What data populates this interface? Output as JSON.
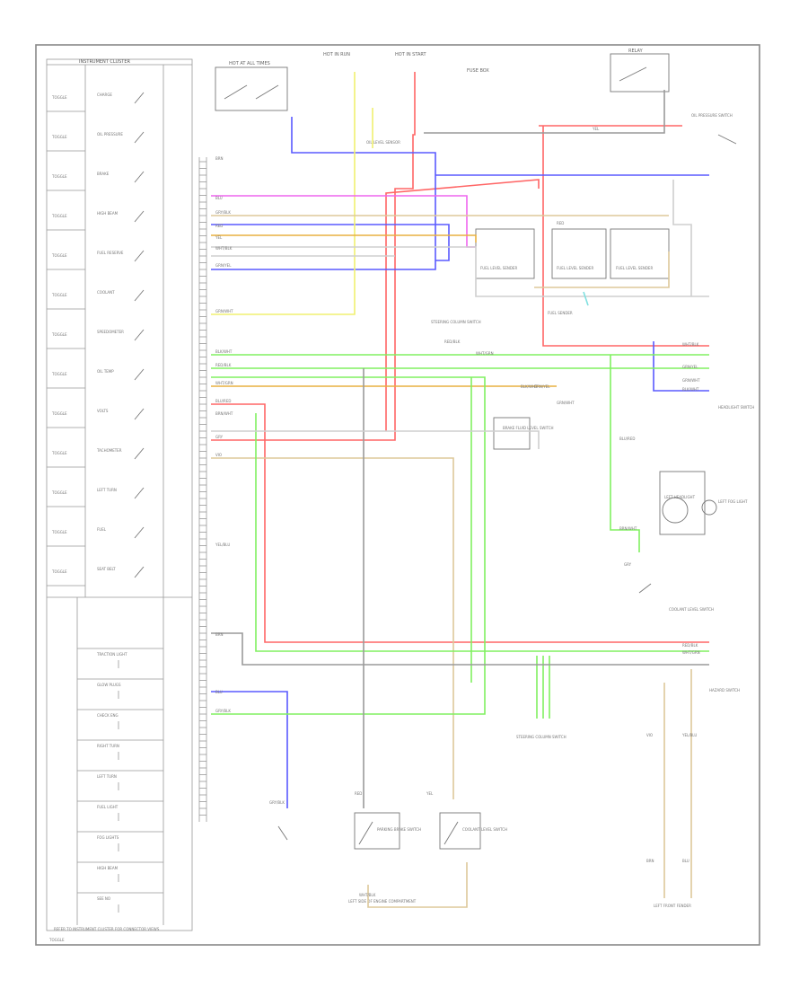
{
  "diagram": {
    "left_panel": {
      "header": "INSTRUMENT CLUSTER",
      "pin_labels": [
        "TOGGLE",
        "TOGGLE",
        "TOGGLE",
        "TOGGLE",
        "TOGGLE",
        "TOGGLE",
        "TOGGLE",
        "TOGGLE",
        "TOGGLE",
        "TOGGLE",
        "TOGGLE",
        "TOGGLE",
        "TOGGLE"
      ],
      "gauges": [
        "CHARGE",
        "OIL PRESSURE",
        "BRAKE",
        "HIGH BEAM",
        "FUEL RESERVE",
        "COOLANT",
        "SPEEDOMETER",
        "OIL TEMP",
        "VOLTS",
        "TACHOMETER",
        "LEFT TURN",
        "FUEL",
        "SEAT BELT"
      ],
      "indicators": [
        "TRACTION LIGHT",
        "GLOW PLUGS",
        "CHECK ENG",
        "RIGHT TURN",
        "LEFT TURN",
        "FUEL LIGHT",
        "FOG LIGHTS",
        "HIGH BEAM",
        "SEE NO"
      ],
      "footer": "REFER TO INSTRUMENT CLUSTER FOR CONNECTOR VIEWS"
    },
    "components": {
      "hot_at_all_times": "HOT AT ALL TIMES",
      "hot_in_run": "HOT IN RUN",
      "hot_in_start": "HOT IN START",
      "fuse_box": "FUSE BOX",
      "relay": "RELAY",
      "oil_level_sensor": "OIL LEVEL SENSOR",
      "oil_pressure_switch": "OIL PRESSURE SWITCH",
      "fuel_level_sensor_1": "FUEL LEVEL SENDER",
      "fuel_level_sensor_2": "FUEL LEVEL SENDER",
      "fuel_level_sensor_3": "FUEL LEVEL SENDER",
      "fuel_sender_label": "FUEL SENDER",
      "steering_column_switch": "STEERING COLUMN SWITCH",
      "brake_fluid_switch": "BRAKE FLUID LEVEL SWITCH",
      "parking_brake_switch": "PARKING BRAKE SWITCH",
      "coolant_level_switch": "COOLANT LEVEL SWITCH",
      "headlight_switch": "HEADLIGHT SWITCH",
      "left_headlight": "LEFT HEADLIGHT",
      "left_fog_light": "LEFT FOG LIGHT",
      "hazard_switch": "HAZARD SWITCH",
      "ground_left": "LEFT SIDE OF ENGINE COMPARTMENT",
      "ground_right": "LEFT FRONT FENDER",
      "tachometer_label": "TACHOMETER",
      "speedometer_label": "SPEEDOMETER"
    },
    "wire_labels": [
      "BRN",
      "BLU",
      "GRY/BLK",
      "RED",
      "YEL",
      "WHT/BLK",
      "GRN/YEL",
      "GRN/WHT",
      "BLK/WHT",
      "RED/BLK",
      "WHT/GRN",
      "BLU/RED",
      "BRN/WHT",
      "GRY",
      "VIO",
      "YEL/BLU"
    ],
    "bottom_label": "TOGGLE"
  },
  "colors": {
    "red": "#ff6666",
    "blue": "#5a5aff",
    "yellow": "#f0f070",
    "green": "#80f060",
    "magenta": "#ee66ee",
    "orange": "#e8b040",
    "tan": "#ddc89a",
    "gray": "#9a9a9a",
    "lightgray": "#cfcfcf",
    "cyan": "#80e0e0"
  }
}
